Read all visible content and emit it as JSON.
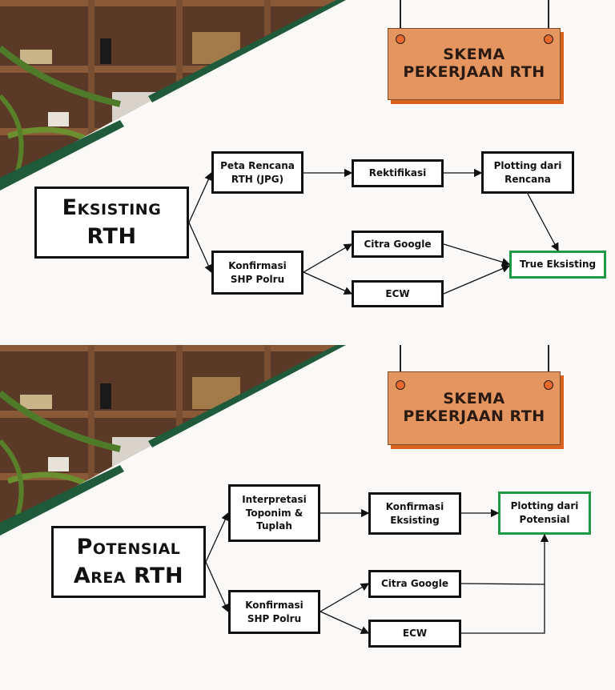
{
  "panel_top": {
    "sign": "SKEMA\nPEKERJAAN RTH",
    "title": "Eksisting RTH",
    "nodes": {
      "peta": "Peta Rencana\nRTH (JPG)",
      "rektifikasi": "Rektifikasi",
      "plotting": "Plotting dari\nRencana",
      "konfirmasi": "Konfirmasi\nSHP Polru",
      "citra": "Citra Google",
      "ecw": "ECW",
      "true_eksisting": "True Eksisting"
    }
  },
  "panel_bottom": {
    "sign": "SKEMA\nPEKERJAAN RTH",
    "title": "Potensial\nArea RTH",
    "nodes": {
      "interpretasi": "Interpretasi\nToponim &\nTuplah",
      "konfirmasi_eks": "Konfirmasi\nEksisting",
      "plotting": "Plotting dari\nPotensial",
      "konfirmasi": "Konfirmasi\nSHP Polru",
      "citra": "Citra Google",
      "ecw": "ECW"
    }
  },
  "colors": {
    "highlight_border": "#1e9a46",
    "sign_fill": "#e59660",
    "sign_shadow": "#d9621f",
    "stripe": "#1f5a3a"
  }
}
